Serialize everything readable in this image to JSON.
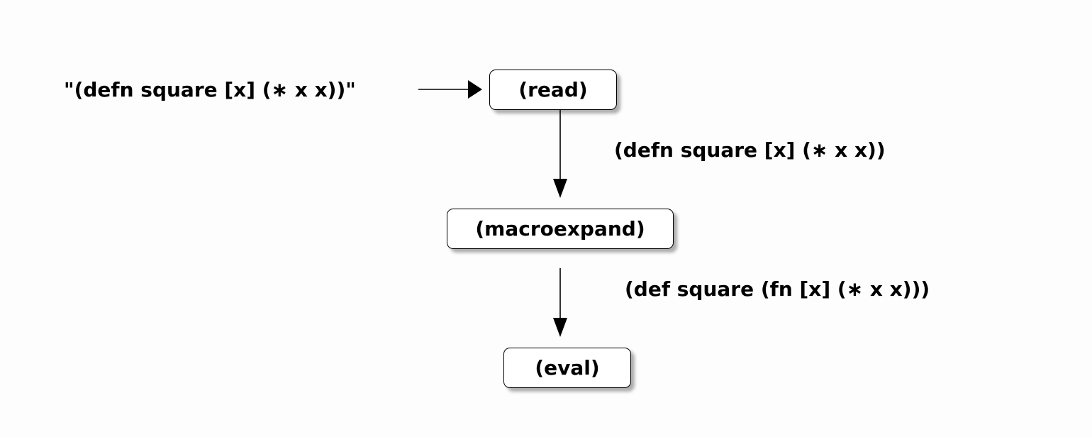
{
  "diagram": {
    "input_label": "\"(defn square [x] (∗ x x))\"",
    "nodes": {
      "read": "(read)",
      "macroexpand": "(macroexpand)",
      "eval": "(eval)"
    },
    "edges": {
      "read_to_macroexpand": "(defn square [x] (∗ x x))",
      "macroexpand_to_eval": "(def square (fn [x] (∗ x x)))"
    }
  }
}
